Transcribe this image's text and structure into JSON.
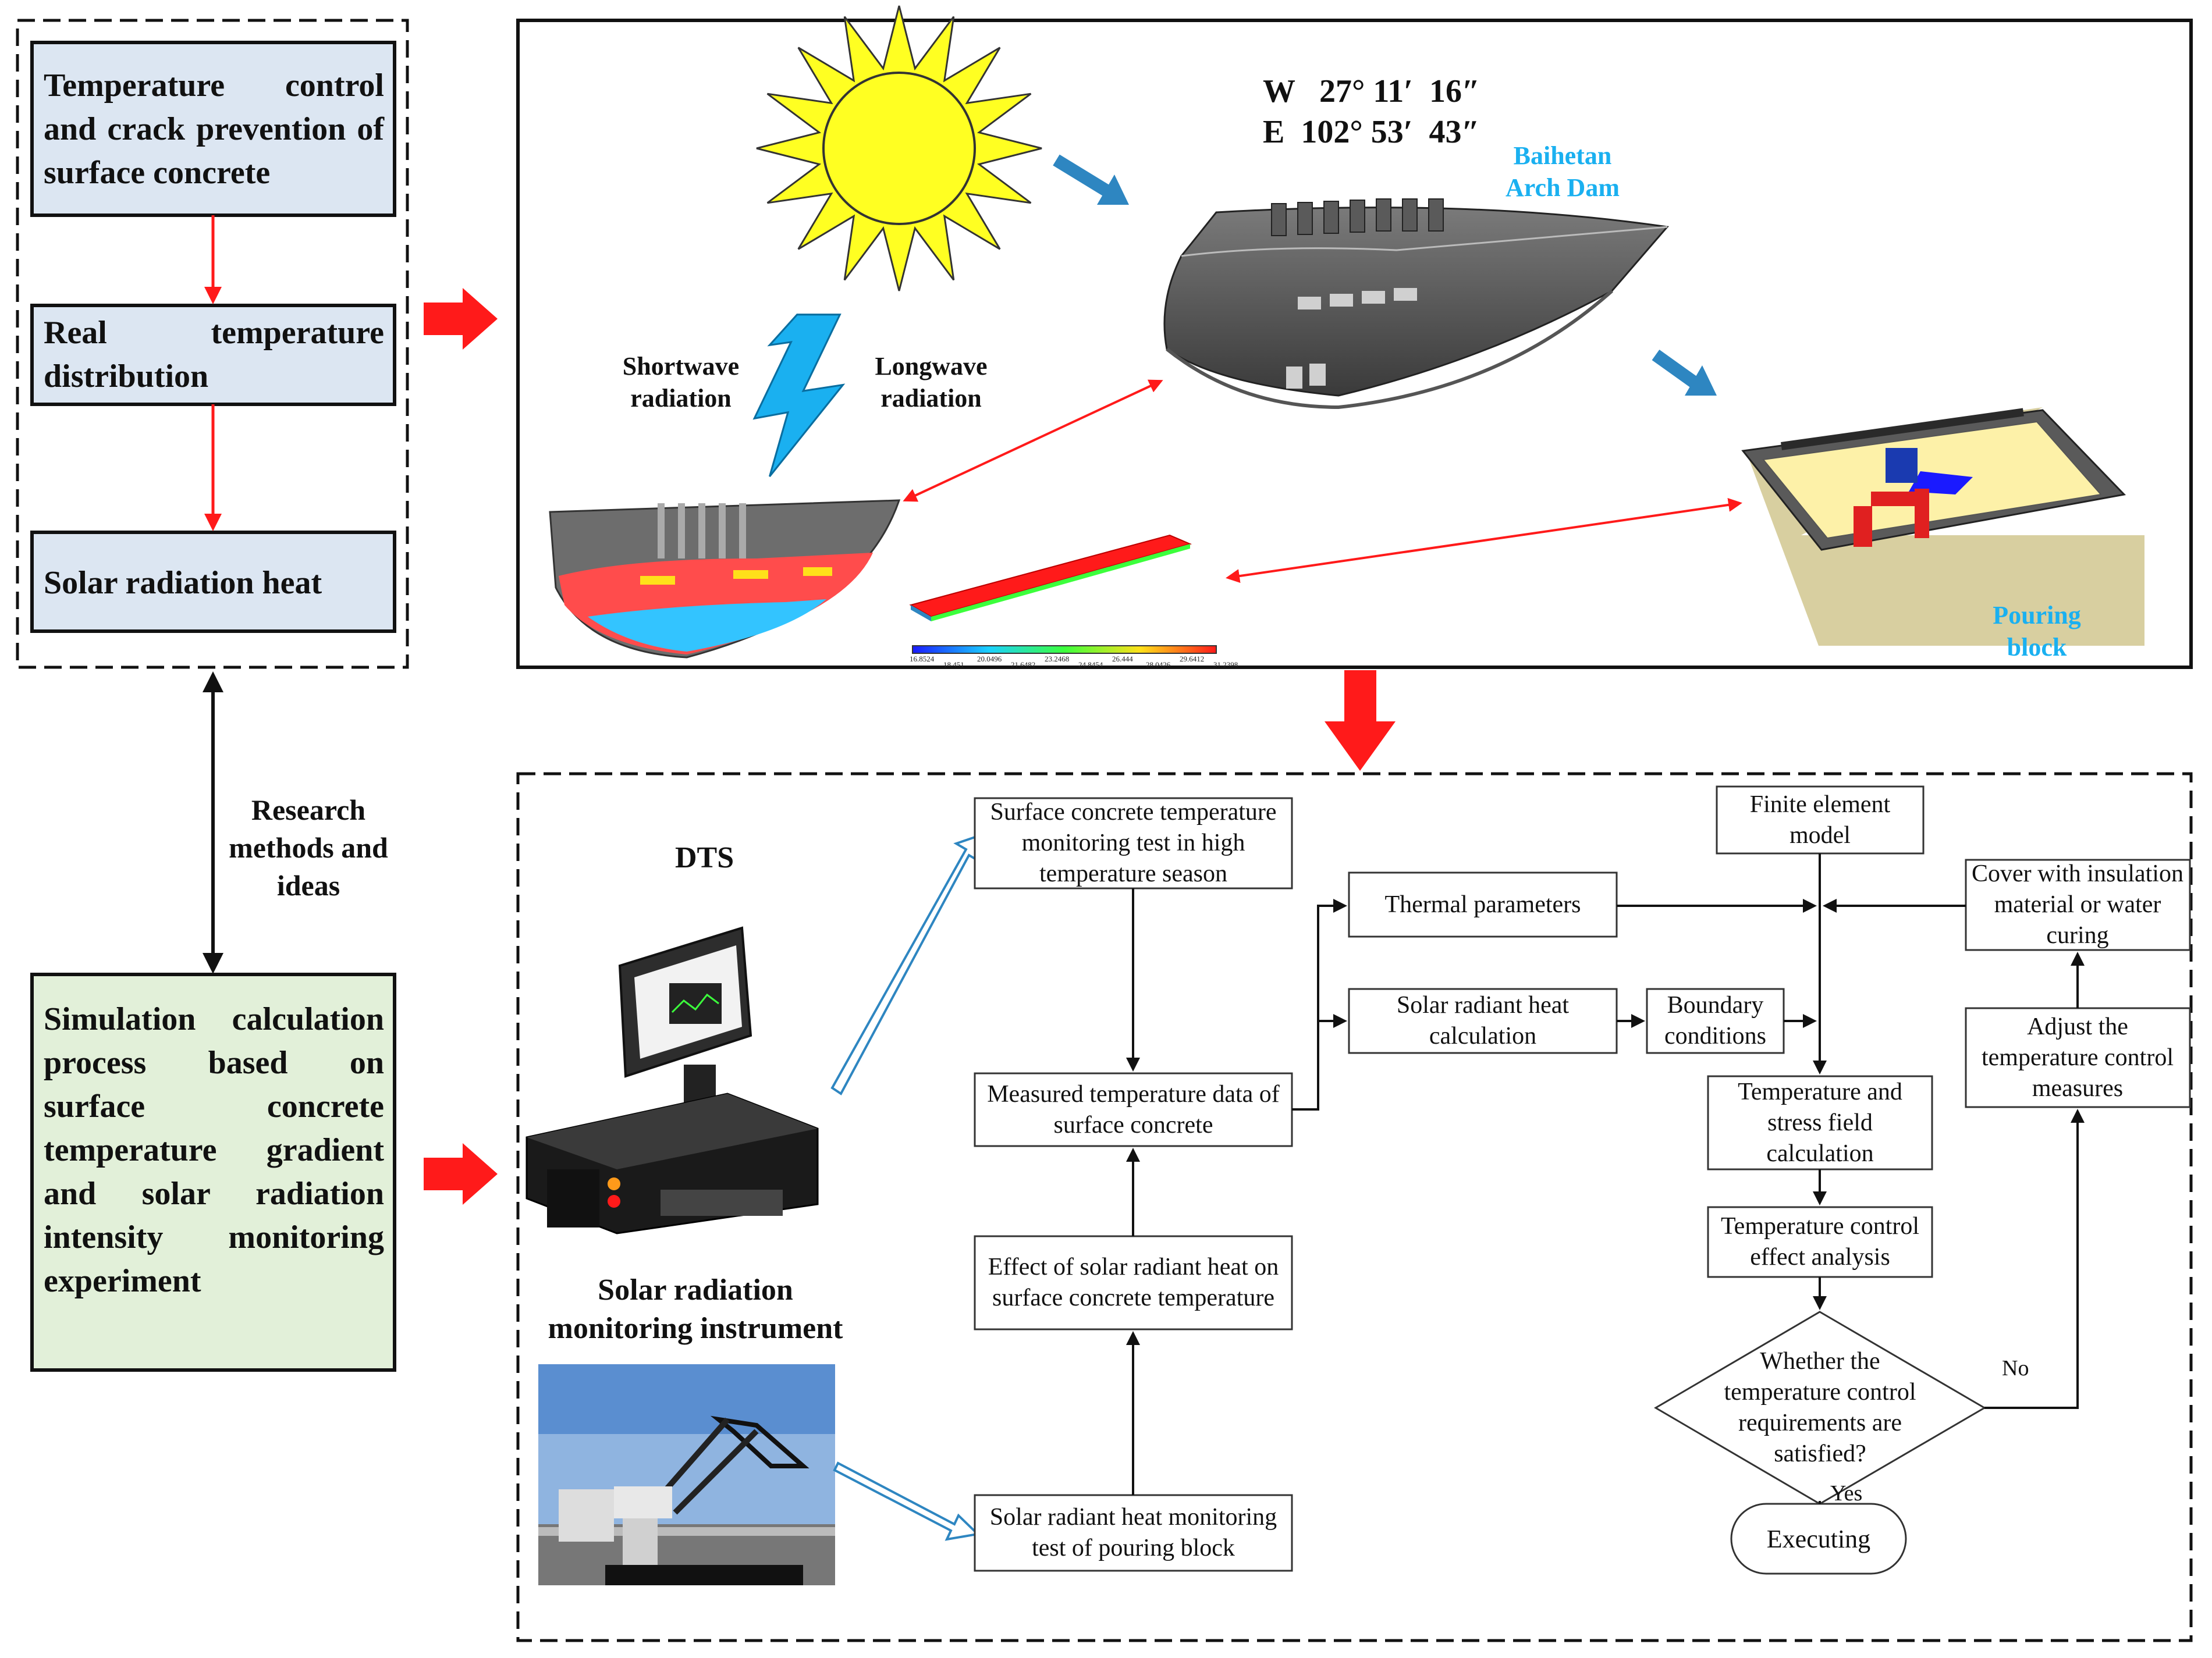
{
  "left_panel": {
    "box1": "Temperature control and crack prevention of surface concrete",
    "box2": "Real temperature distribution",
    "box3": "Solar radiation heat",
    "box4": "Simulation calculation process based on surface concrete temperature gradient and solar radiation intensity monitoring experiment",
    "research_label": "Research methods and ideas"
  },
  "top_panel": {
    "coord_w": "W   27° 11′  16″",
    "coord_e": "E  102° 53′  43″",
    "dam_label": "Baihetan Arch Dam",
    "shortwave": "Shortwave radiation",
    "longwave": "Longwave radiation",
    "pouring_label": "Pouring block",
    "scale_ticks": [
      "16.8524",
      "18.451",
      "20.0496",
      "21.6482",
      "23.2468",
      "24.8454",
      "26.444",
      "28.0426",
      "29.6412",
      "31.2398"
    ]
  },
  "instruments": {
    "dts": "DTS",
    "solar_instrument": "Solar radiation monitoring instrument"
  },
  "flow": {
    "surface_test": "Surface concrete temperature monitoring test in high temperature season",
    "measured": "Measured temperature data of surface concrete",
    "effect": "Effect of solar radiant heat on surface concrete temperature",
    "solar_test": "Solar radiant heat monitoring test of pouring block",
    "thermal": "Thermal parameters",
    "solar_calc": "Solar radiant heat calculation",
    "boundary": "Boundary conditions",
    "fem": "Finite element model",
    "cover": "Cover with insulation material or water curing",
    "adjust": "Adjust the temperature control measures",
    "stress": "Temperature and stress field calculation",
    "effect_analysis": "Temperature control effect analysis",
    "decision": "Whether the temperature control requirements are satisfied?",
    "no": "No",
    "yes": "Yes",
    "executing": "Executing"
  },
  "colors": {
    "red_text": "#ff1a1a",
    "blue_box": "#dce6f2",
    "green_box": "#e2f0d9",
    "cyan_label": "#1ab0f0",
    "arrow_blue": "#2e86c1"
  }
}
